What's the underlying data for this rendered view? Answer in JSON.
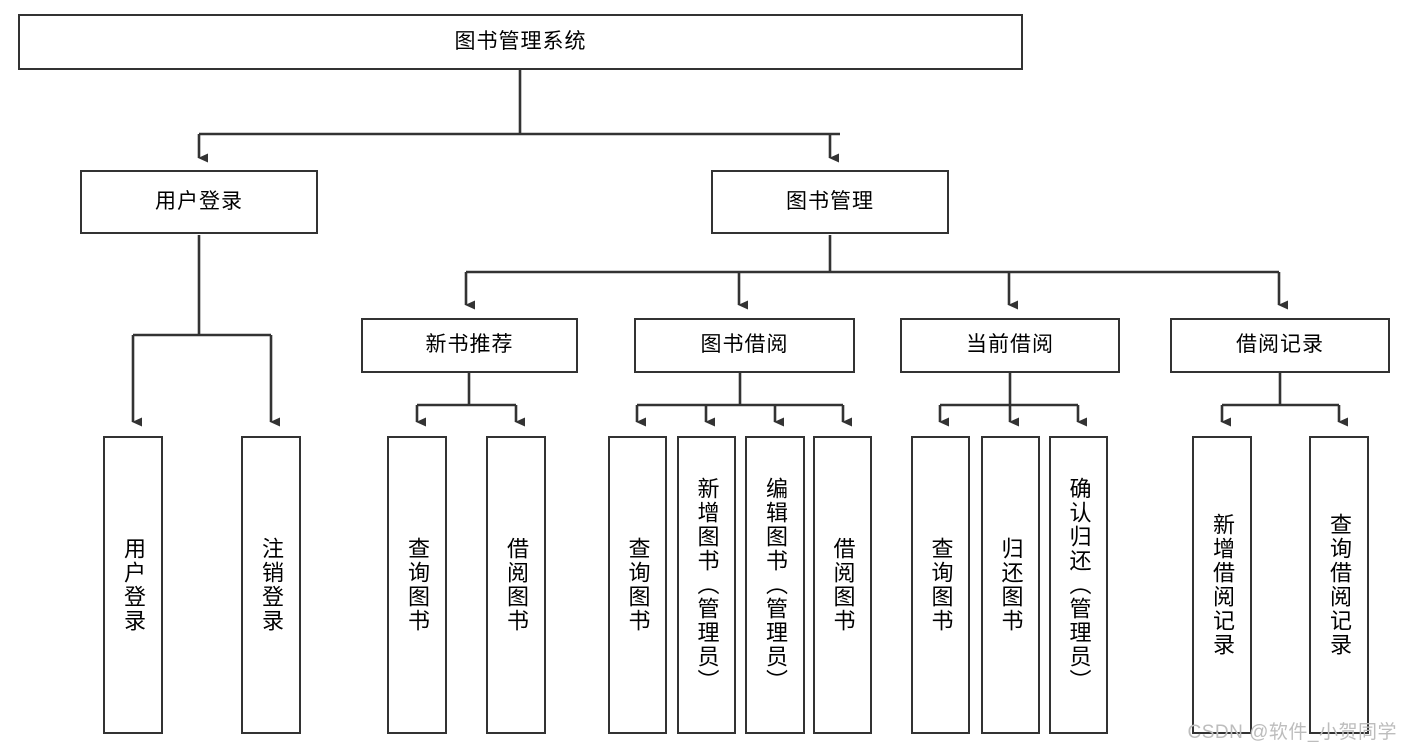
{
  "diagram": {
    "title": "图书管理系统",
    "watermark": "CSDN @软件_小贺同学",
    "colors": {
      "border": "#333333",
      "fill": "#ffffff",
      "line": "#333333",
      "text": "#000000",
      "watermark": "#bdbdbd"
    },
    "nodes": {
      "root": "图书管理系统",
      "user_login": "用户登录",
      "book_manage": "图书管理",
      "new_book_rec": "新书推荐",
      "book_borrow": "图书借阅",
      "current_borrow": "当前借阅",
      "borrow_record": "借阅记录",
      "leaf_user_login": "用户登录",
      "leaf_logout": "注销登录",
      "leaf_query_book_1": "查询图书",
      "leaf_borrow_book_1": "借阅图书",
      "leaf_query_book_2": "查询图书",
      "leaf_add_book": "新增图书（管理员）",
      "leaf_edit_book": "编辑图书（管理员）",
      "leaf_borrow_book_2": "借阅图书",
      "leaf_query_book_3": "查询图书",
      "leaf_return_book": "归还图书",
      "leaf_confirm_return": "确认归还（管理员）",
      "leaf_add_record": "新增借阅记录",
      "leaf_query_record": "查询借阅记录"
    }
  }
}
